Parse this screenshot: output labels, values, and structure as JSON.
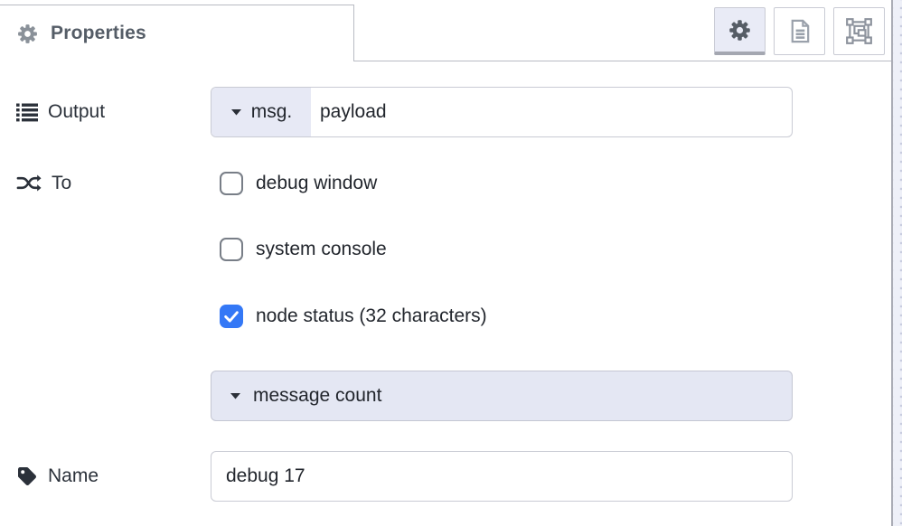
{
  "tab": {
    "title": "Properties",
    "icon": "gear-icon"
  },
  "toolbar": {
    "buttons": [
      {
        "name": "node-settings",
        "icon": "gear-icon",
        "active": true
      },
      {
        "name": "description",
        "icon": "document-icon",
        "active": false
      },
      {
        "name": "appearance",
        "icon": "group-appearance-icon",
        "active": false
      }
    ]
  },
  "form": {
    "output": {
      "label": "Output",
      "icon": "list-icon",
      "type_prefix": "msg.",
      "value": "payload"
    },
    "to": {
      "label": "To",
      "icon": "shuffle-icon",
      "options": [
        {
          "label": "debug window",
          "checked": false
        },
        {
          "label": "system console",
          "checked": false
        },
        {
          "label": "node status (32 characters)",
          "checked": true
        }
      ]
    },
    "status_display": {
      "value": "message count",
      "icon": "caret-down-icon"
    },
    "name": {
      "label": "Name",
      "icon": "tag-icon",
      "value": "debug 17"
    }
  },
  "colors": {
    "checkbox_checked": "#3478f6",
    "typed_input_button_bg": "#e7e9f5",
    "active_tab_button_bg": "#e9ebf6",
    "border": "#c9cbd4",
    "label_text": "#2b313a"
  }
}
